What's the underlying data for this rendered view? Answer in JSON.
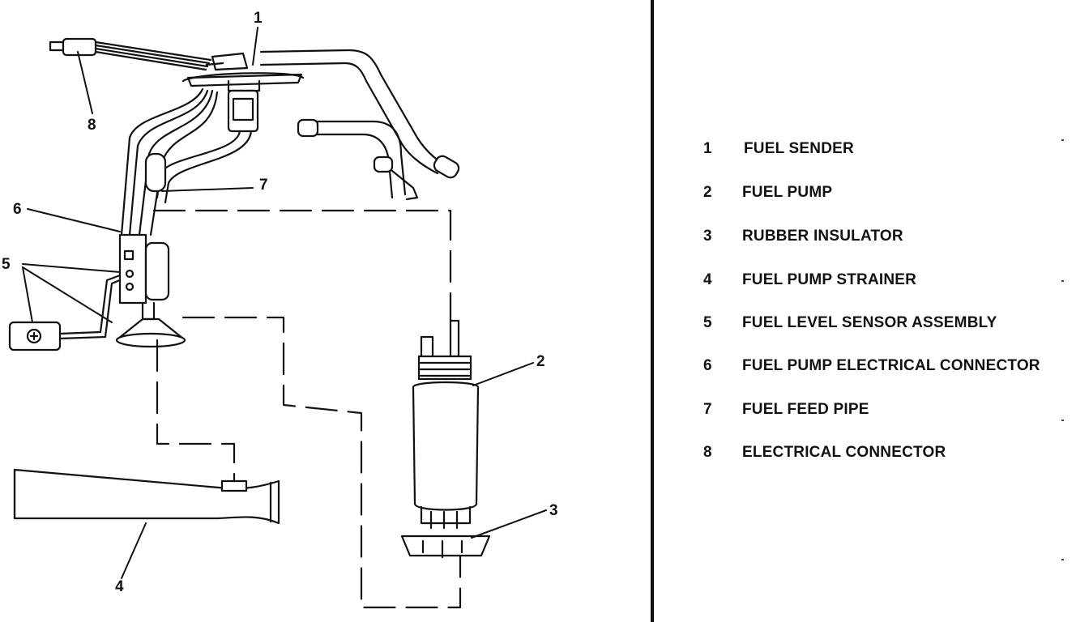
{
  "legend": [
    {
      "number": "1",
      "label": "FUEL SENDER"
    },
    {
      "number": "2",
      "label": "FUEL PUMP"
    },
    {
      "number": "3",
      "label": "RUBBER INSULATOR"
    },
    {
      "number": "4",
      "label": "FUEL PUMP STRAINER"
    },
    {
      "number": "5",
      "label": "FUEL LEVEL SENSOR ASSEMBLY"
    },
    {
      "number": "6",
      "label": "FUEL PUMP ELECTRICAL CONNECTOR"
    },
    {
      "number": "7",
      "label": "FUEL FEED PIPE"
    },
    {
      "number": "8",
      "label": "ELECTRICAL CONNECTOR"
    }
  ],
  "callouts": {
    "c1": "1",
    "c2": "2",
    "c3": "3",
    "c4": "4",
    "c5": "5",
    "c6": "6",
    "c7": "7",
    "c8": "8"
  }
}
